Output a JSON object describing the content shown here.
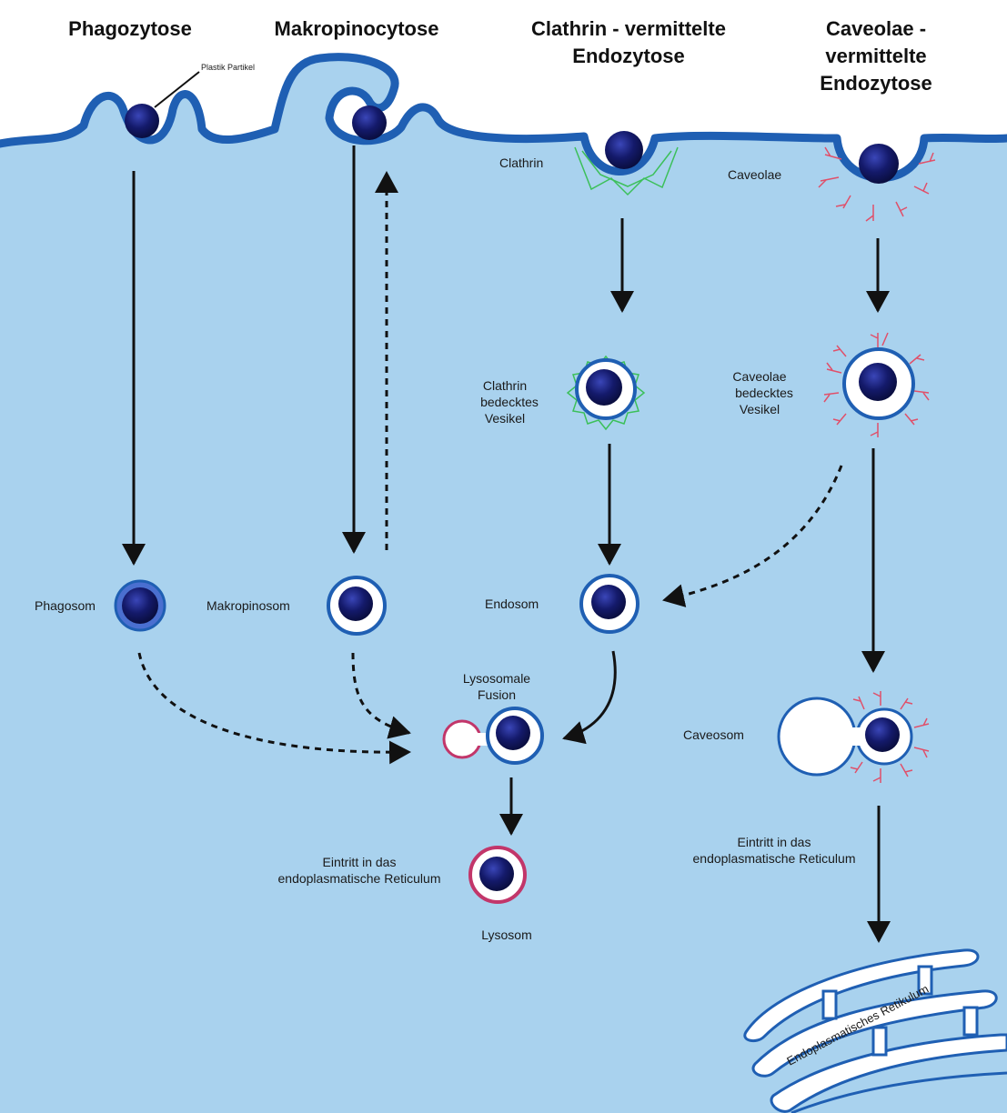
{
  "headers": {
    "phagocytosis": "Phagozytose",
    "macropinocytosis": "Makropinocytose",
    "clathrin_line1": "Clathrin - vermittelte",
    "clathrin_line2": "Endozytose",
    "caveolae_line1": "Caveolae -",
    "caveolae_line2": "vermittelte",
    "caveolae_line3": "Endozytose"
  },
  "labels": {
    "plastic_particle": "Plastik Partikel",
    "clathrin": "Clathrin",
    "caveolae": "Caveolae",
    "clathrin_vesicle_1": "Clathrin",
    "clathrin_vesicle_2": "bedecktes",
    "clathrin_vesicle_3": "Vesikel",
    "caveolae_vesicle_1": "Caveolae",
    "caveolae_vesicle_2": "bedecktes",
    "caveolae_vesicle_3": "Vesikel",
    "phagosome": "Phagosom",
    "macropinosome": "Makropinosom",
    "endosome": "Endosom",
    "lysosomal_fusion_1": "Lysosomale",
    "lysosomal_fusion_2": "Fusion",
    "caveosome": "Caveosom",
    "er_entry_left_1": "Eintritt in das",
    "er_entry_left_2": "endoplasmatische Reticulum",
    "lysosome": "Lysosom",
    "er_entry_right_1": "Eintritt in das",
    "er_entry_right_2": "endoplasmatische Reticulum",
    "er": "Endoplasmatisches Retikulum"
  },
  "colors": {
    "cytoplasm": "#a9d2ee",
    "membrane": "#1f5fb3",
    "particle": "#141a6b",
    "clathrin": "#3cc05a",
    "caveolin": "#e0506a",
    "lysosome_ring": "#c2366a",
    "arrow": "#111111"
  }
}
